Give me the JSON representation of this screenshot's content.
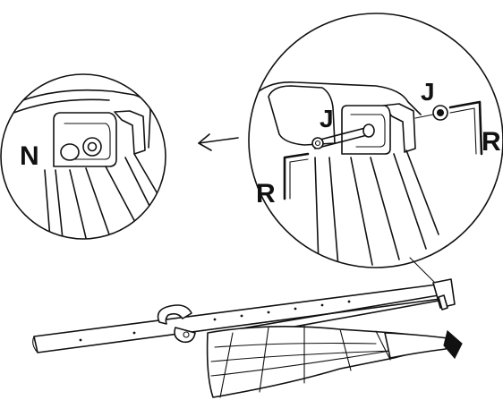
{
  "diagram": {
    "labels": {
      "detail_left_part": "N",
      "detail_right_pin_left": "J",
      "detail_right_pin_right": "J",
      "detail_right_key_left": "R",
      "detail_right_key_right": "R"
    },
    "colors": {
      "ink": "#111111",
      "paper": "#ffffff"
    },
    "icons": [
      "arrow-left-icon",
      "magnifier-circle",
      "umbrella-frame"
    ]
  }
}
